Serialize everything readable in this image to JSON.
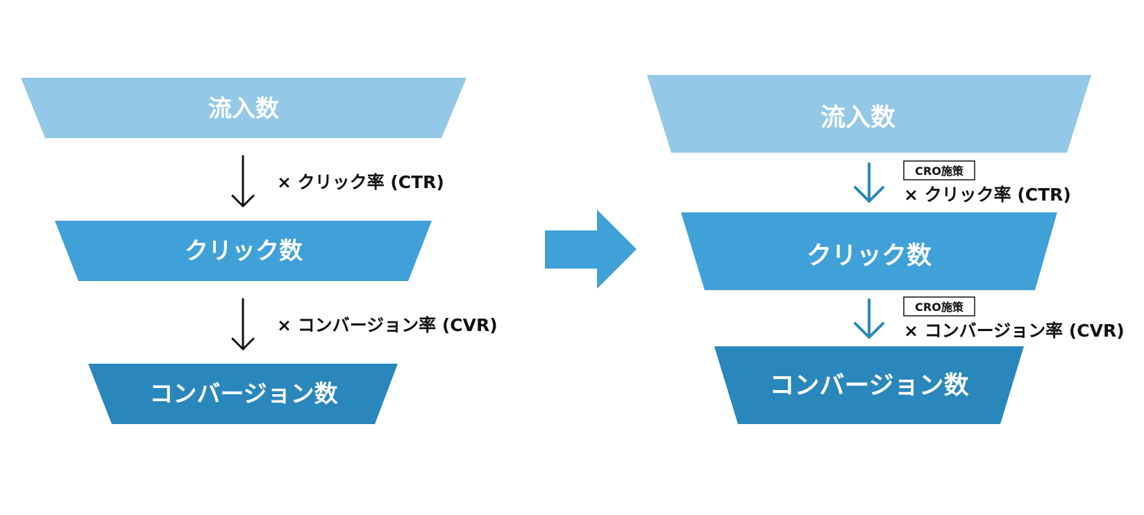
{
  "colors": {
    "tier1": "#93c8e7",
    "tier2": "#40a1d8",
    "tier3": "#2987bc",
    "arrow_black": "#111111",
    "arrow_blue": "#2987bc",
    "transition_arrow": "#40a1d8",
    "text_on_tier": "#ffffff",
    "label_text": "#111111"
  },
  "icons": {
    "down_arrow": "down-arrow-icon",
    "transition_arrow": "right-arrow-icon"
  },
  "before_funnel": {
    "stages": [
      {
        "label": "流入数"
      },
      {
        "label": "クリック数"
      },
      {
        "label": "コンバージョン数"
      }
    ],
    "rates": [
      {
        "label": "× クリック率 (CTR)"
      },
      {
        "label": "× コンバージョン率 (CVR)"
      }
    ]
  },
  "after_funnel": {
    "stages": [
      {
        "label": "流入数"
      },
      {
        "label": "クリック数"
      },
      {
        "label": "コンバージョン数"
      }
    ],
    "rates": [
      {
        "tag": "CRO施策",
        "label": "× クリック率 (CTR)"
      },
      {
        "tag": "CRO施策",
        "label": "× コンバージョン率 (CVR)"
      }
    ]
  }
}
